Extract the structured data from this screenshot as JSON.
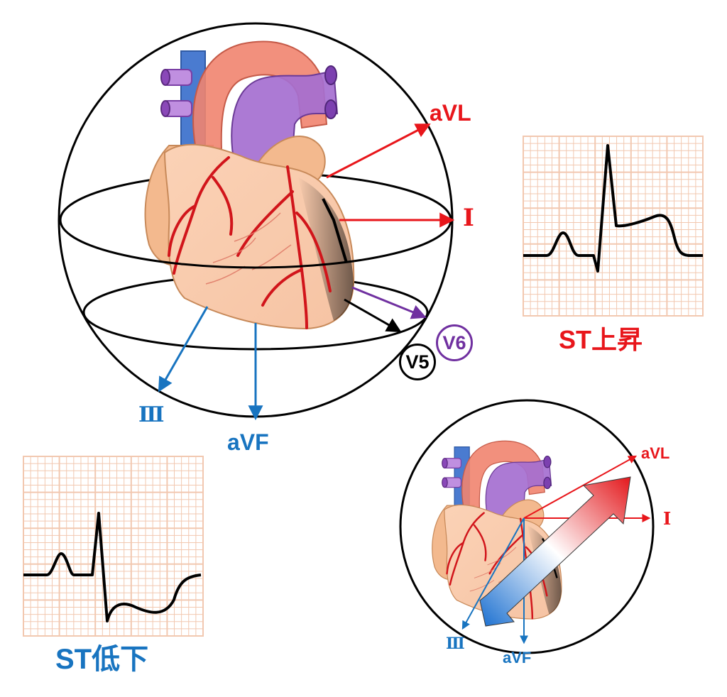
{
  "main_diagram": {
    "leads": {
      "avl": "aVL",
      "i": "Ⅰ",
      "iii": "Ⅲ",
      "avf": "aVF",
      "v5": "V5",
      "v6": "V6"
    }
  },
  "ecg_elevation": {
    "caption": "ST上昇"
  },
  "ecg_depression": {
    "caption": "ST低下"
  },
  "inset_diagram": {
    "leads": {
      "avl": "aVL",
      "i": "Ⅰ",
      "iii": "Ⅲ",
      "avf": "aVF"
    }
  },
  "colors": {
    "red": "#e8161b",
    "blue": "#1874c0",
    "purple": "#7030a0",
    "grid": "#f2c8b0"
  }
}
